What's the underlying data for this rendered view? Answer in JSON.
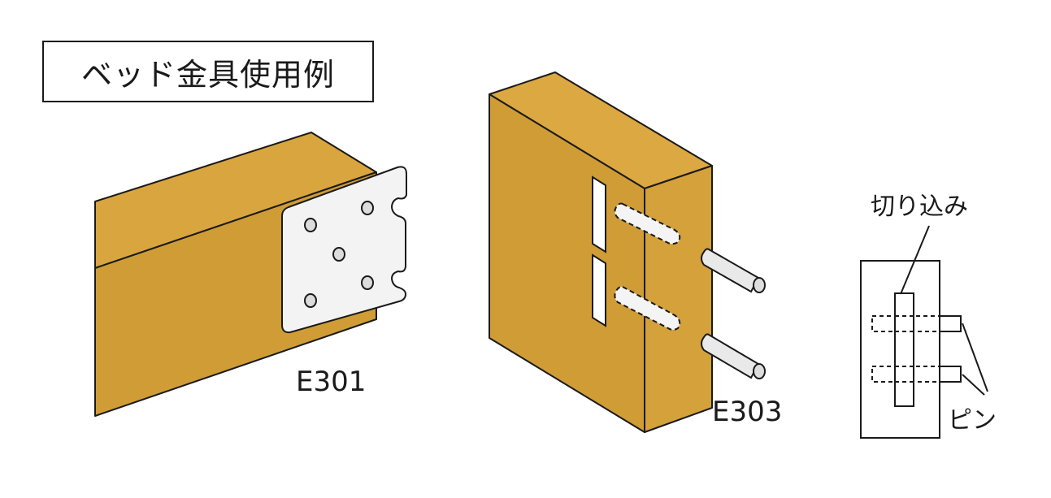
{
  "title": "ベッド金具使用例",
  "labels": {
    "e301": "E301",
    "e303": "E303",
    "notch": "切り込み",
    "pin": "ピン"
  },
  "colors": {
    "wood_top": "#d9a53e",
    "wood_front": "#cf9c36",
    "wood_side": "#d3a039",
    "metal_plate": "#f2f2f2",
    "line": "#1a1a1a",
    "pin": "#e8e8e8"
  }
}
